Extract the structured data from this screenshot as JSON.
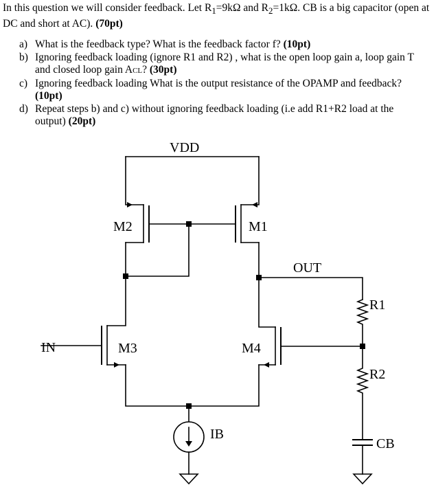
{
  "intro": {
    "l1": "In this question we will consider feedback. Let R",
    "s1": "1",
    "l2": "=9kΩ and R",
    "s2": "2",
    "l3": "=1kΩ. CB is a big capacitor (open at DC and short at AC). ",
    "pts": "(70pt)"
  },
  "questions": [
    {
      "label": "a)",
      "text": "What is the feedback type? What is the feedback factor f? ",
      "pts": "(10pt)"
    },
    {
      "label": "b)",
      "text1": "Ignoring feedback loading (ignore R1 and R2) , what is the open loop gain a, loop gain T and closed loop gain A",
      "sub": "CL",
      "text2": "? ",
      "pts": "(30pt)"
    },
    {
      "label": "c)",
      "text": "Ignoring feedback loading What is the output resistance of the OPAMP and feedback? ",
      "pts": "(10pt)"
    },
    {
      "label": "d)",
      "text": "Repeat steps b) and c) without ignoring feedback loading (i.e add R1+R2 load at the output) ",
      "pts": "(20pt)"
    }
  ],
  "circuit": {
    "vdd": "VDD",
    "m1": "M1",
    "m2": "M2",
    "m3": "M3",
    "m4": "M4",
    "out": "OUT",
    "in": "IN",
    "r1": "R1",
    "r2": "R2",
    "cb": "CB",
    "ib": "IB"
  }
}
